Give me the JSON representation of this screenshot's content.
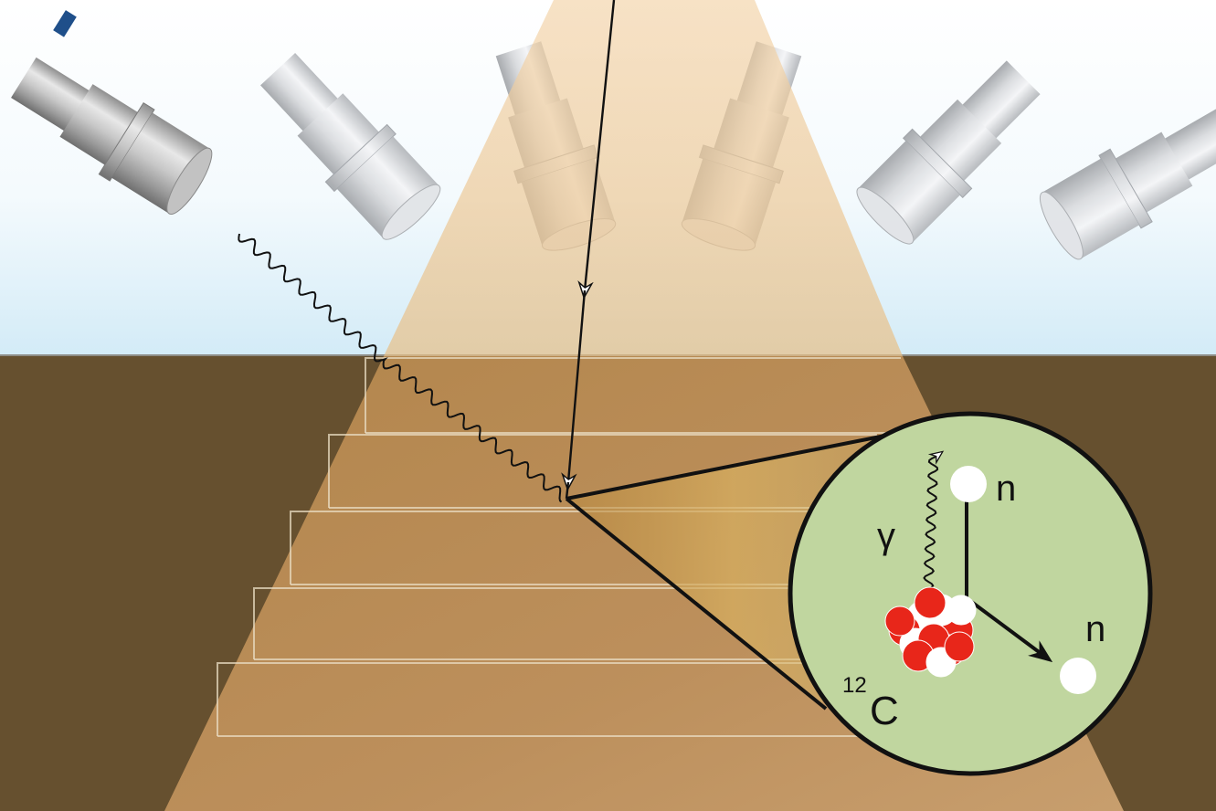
{
  "labels": {
    "gamma": "γ",
    "neutron_top": "n",
    "neutron_right": "n",
    "carbon_mass": "12",
    "carbon_symbol": "C"
  },
  "colors": {
    "sky_top": "#ffffff",
    "sky_bottom": "#d3ebf7",
    "soil": "#66502f",
    "beam": "#e3b77c",
    "inset_fill": "#c0d69f",
    "proton": "#e8261a",
    "neutron": "#ffffff",
    "ink": "#111111"
  },
  "detectors": [
    {
      "name": "detector-1",
      "icon": "gamma-detector-icon"
    },
    {
      "name": "detector-2",
      "icon": "gamma-detector-icon"
    },
    {
      "name": "detector-3",
      "icon": "gamma-detector-icon"
    },
    {
      "name": "detector-4",
      "icon": "gamma-detector-icon"
    },
    {
      "name": "detector-5",
      "icon": "gamma-detector-icon"
    },
    {
      "name": "detector-6",
      "icon": "gamma-detector-icon"
    }
  ],
  "soil_layers": 5
}
